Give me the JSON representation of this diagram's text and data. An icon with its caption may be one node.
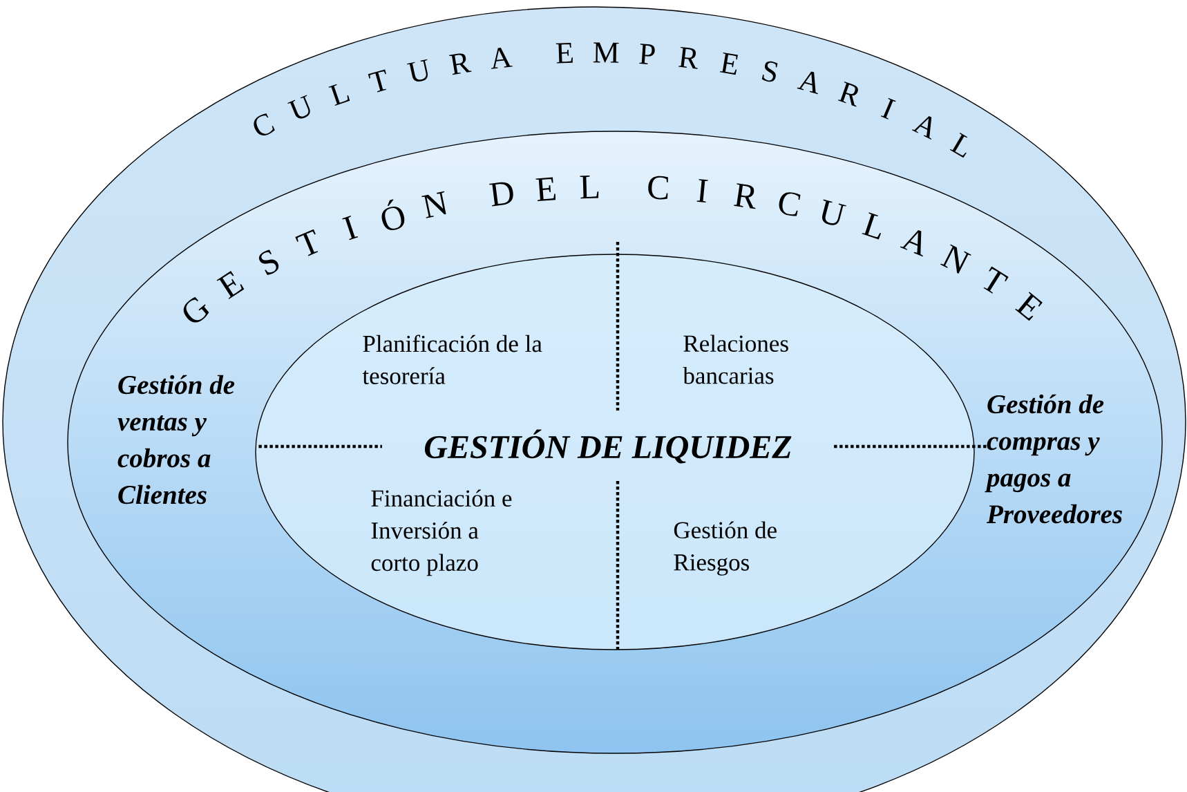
{
  "diagram": {
    "nodes": [
      {
        "text": [
          "CULTURA EMPRESARIAL"
        ]
      },
      {
        "text": [
          "GESTIÓN DEL CIRCULANTE"
        ],
        "in": 0
      },
      {
        "text": [
          "Planificación de la tesorería",
          "Relaciones bancarias",
          "GESTIÓN DE LIQUIDEZ",
          "Financiación e Inversión a corto plazo",
          "Gestión de Riesgos"
        ],
        "in": 1
      },
      {
        "text": [
          "Gestión de ventas y cobros a Clientes"
        ],
        "in": 1
      },
      {
        "text": [
          "Gestión de compras y pagos a Proveedores"
        ],
        "in": 1
      }
    ],
    "edges": [
      {
        "from": 3,
        "to": 2,
        "arrow": "none",
        "style": "dashed"
      },
      {
        "from": 2,
        "to": 4,
        "arrow": "none",
        "style": "dashed"
      }
    ]
  }
}
